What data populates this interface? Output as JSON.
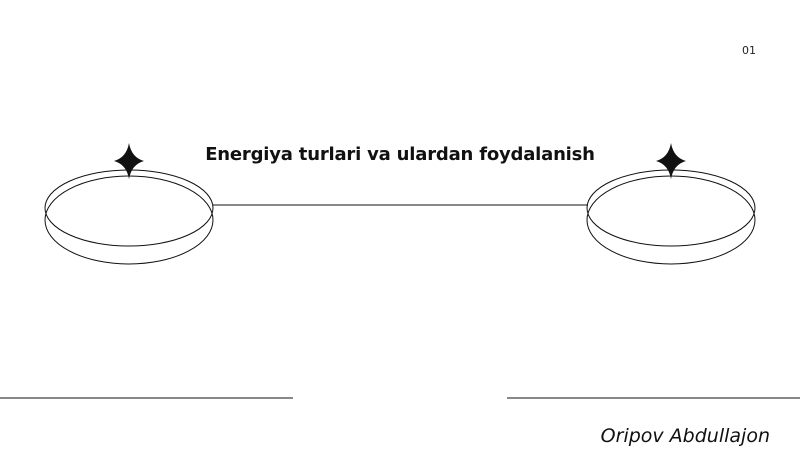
{
  "slide": {
    "page_number": "01",
    "title": "Energiya turlari va ulardan foydalanish",
    "author": "Oripov Abdullajon"
  },
  "decorations": {
    "left_ring": {
      "icon": "four-point-star-icon"
    },
    "right_ring": {
      "icon": "four-point-star-icon"
    }
  },
  "colors": {
    "background": "#ffffff",
    "ink": "#111111"
  }
}
